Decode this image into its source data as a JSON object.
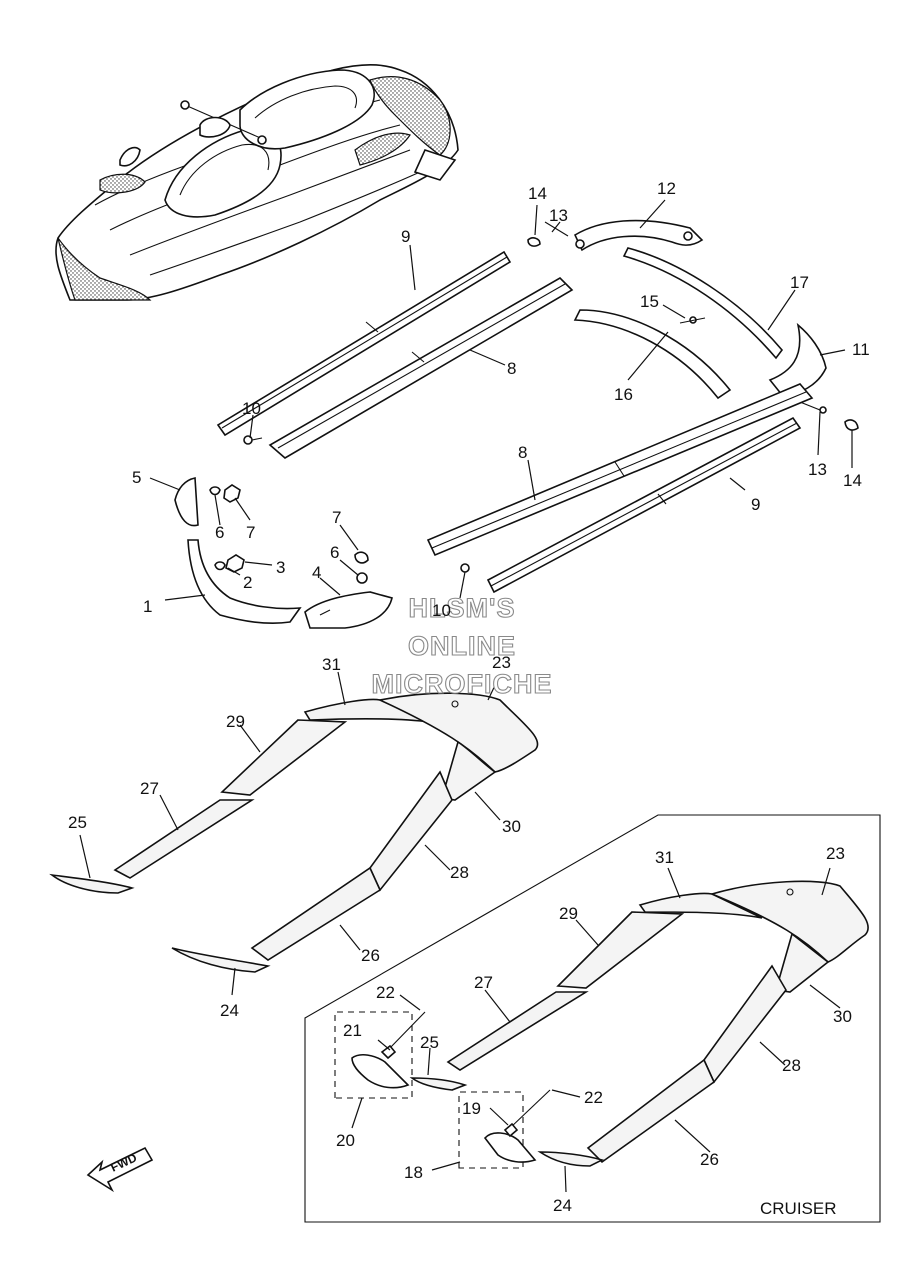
{
  "diagram": {
    "callouts_main": [
      "1",
      "2",
      "3",
      "4",
      "5",
      "6",
      "7",
      "6",
      "7",
      "8",
      "8",
      "9",
      "9",
      "10",
      "10",
      "11",
      "12",
      "13",
      "13",
      "14",
      "14",
      "15",
      "16",
      "17"
    ],
    "callouts_mats": [
      "23",
      "24",
      "25",
      "26",
      "27",
      "28",
      "29",
      "30",
      "31"
    ],
    "callouts_inset": [
      "18",
      "19",
      "20",
      "21",
      "22",
      "22",
      "23",
      "24",
      "25",
      "26",
      "27",
      "28",
      "29",
      "30",
      "31"
    ],
    "inset_label": "CRUISER",
    "fwd_label": "FWD",
    "watermark_lines": [
      "HLSM'S",
      "ONLINE",
      "MICROFICHE"
    ]
  }
}
